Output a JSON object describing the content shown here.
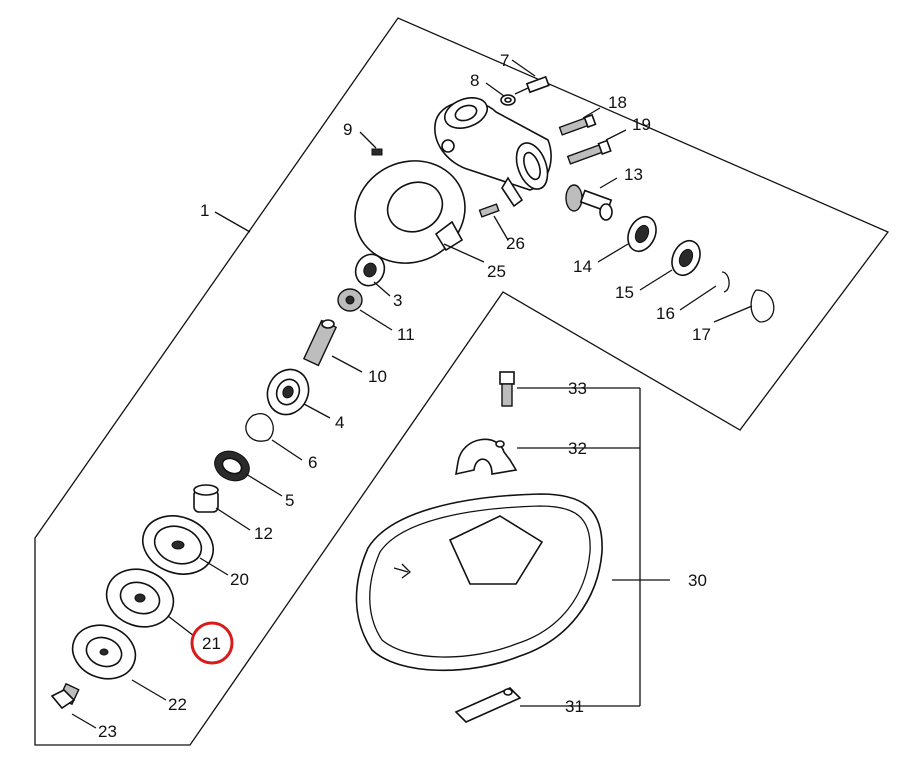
{
  "labels": {
    "l1": "1",
    "l3": "3",
    "l4": "4",
    "l5": "5",
    "l6": "6",
    "l7": "7",
    "l8": "8",
    "l9": "9",
    "l10": "10",
    "l11": "11",
    "l12": "12",
    "l13": "13",
    "l14": "14",
    "l15": "15",
    "l16": "16",
    "l17": "17",
    "l18": "18",
    "l19": "19",
    "l20": "20",
    "l21": "21",
    "l22": "22",
    "l23": "23",
    "l25": "25",
    "l26": "26",
    "l30": "30",
    "l31": "31",
    "l32": "32",
    "l33": "33"
  },
  "highlight": {
    "part": "21",
    "color": "#d81c1c"
  }
}
